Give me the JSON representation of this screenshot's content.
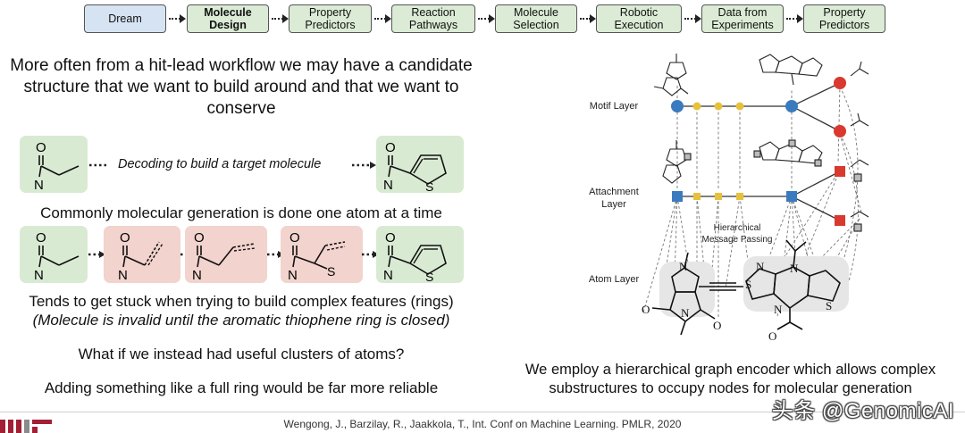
{
  "workflow": {
    "steps": [
      {
        "label": "Dream",
        "style": "blue"
      },
      {
        "label": "Molecule\nDesign",
        "style": "bold"
      },
      {
        "label": "Property\nPredictors",
        "style": "normal"
      },
      {
        "label": "Reaction\nPathways",
        "style": "normal"
      },
      {
        "label": "Molecule\nSelection",
        "style": "normal"
      },
      {
        "label": "Robotic\nExecution",
        "style": "normal"
      },
      {
        "label": "Data from\nExperiments",
        "style": "normal"
      },
      {
        "label": "Property\nPredictors",
        "style": "normal"
      }
    ]
  },
  "left": {
    "heading": "More often from a hit-lead workflow we may have a candidate structure that we want to build around and that we want to conserve",
    "decoding_label": "Decoding to build a target molecule",
    "atom_line": "Commonly molecular generation is done one atom at a time",
    "stuck_line": "Tends to get stuck when trying to build complex features (rings)",
    "invalid_line": "(Molecule is invalid until the aromatic thiophene ring is closed)",
    "question_line": "What if we instead had useful clusters of atoms?",
    "reliable_line": "Adding something like a full ring would be far more reliable",
    "atom_labels": {
      "oxygen": "O",
      "nitrogen": "N",
      "sulfur": "S"
    }
  },
  "figure": {
    "motif_layer": "Motif Layer",
    "attachment_layer": "Attachment\nLayer",
    "atom_layer": "Atom Layer",
    "message_passing": "Hierarchical\nMessage Passing",
    "colors": {
      "blue": "#3a7bbf",
      "yellow": "#e8c13c",
      "red": "#d9392e"
    },
    "caption": "We employ a hierarchical graph encoder which allows complex substructures to occupy nodes for molecular generation"
  },
  "footer": {
    "citation": "Wengong, J., Barzilay, R., Jaakkola, T., Int. Conf on Machine Learning. PMLR, 2020",
    "watermark": "头条 @GenomicAI"
  }
}
